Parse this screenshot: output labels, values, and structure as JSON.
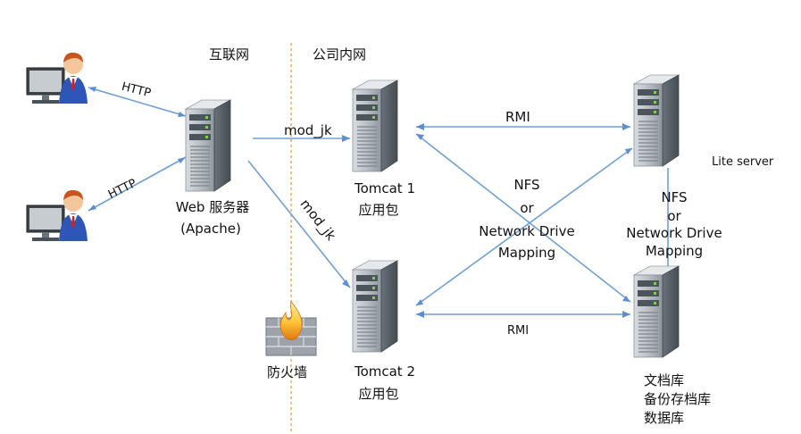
{
  "zones": {
    "internet": "互联网",
    "intranet": "公司内网"
  },
  "links": {
    "http_top": "HTTP",
    "http_bottom": "HTTP",
    "mod_jk_top": "mod_jk",
    "mod_jk_bottom": "mod_jk",
    "rmi_top": "RMI",
    "rmi_bottom": "RMI",
    "nfs_center": [
      "NFS",
      "or",
      "Network Drive",
      "Mapping"
    ],
    "nfs_right": [
      "NFS",
      "or",
      "Network Drive",
      "Mapping"
    ]
  },
  "nodes": {
    "web_server": [
      "Web 服务器",
      "(Apache)"
    ],
    "tomcat1": [
      "Tomcat 1",
      "应用包"
    ],
    "tomcat2": [
      "Tomcat 2",
      "应用包"
    ],
    "lite_server": "Lite server",
    "firewall": "防火墙",
    "storage": [
      "文档库",
      "备份存档库",
      "数据库"
    ]
  },
  "colors": {
    "connector": "#6fa0d6",
    "boundary": "#f0a050",
    "server_dark": "#6e767e",
    "server_light": "#c9cdd1"
  }
}
